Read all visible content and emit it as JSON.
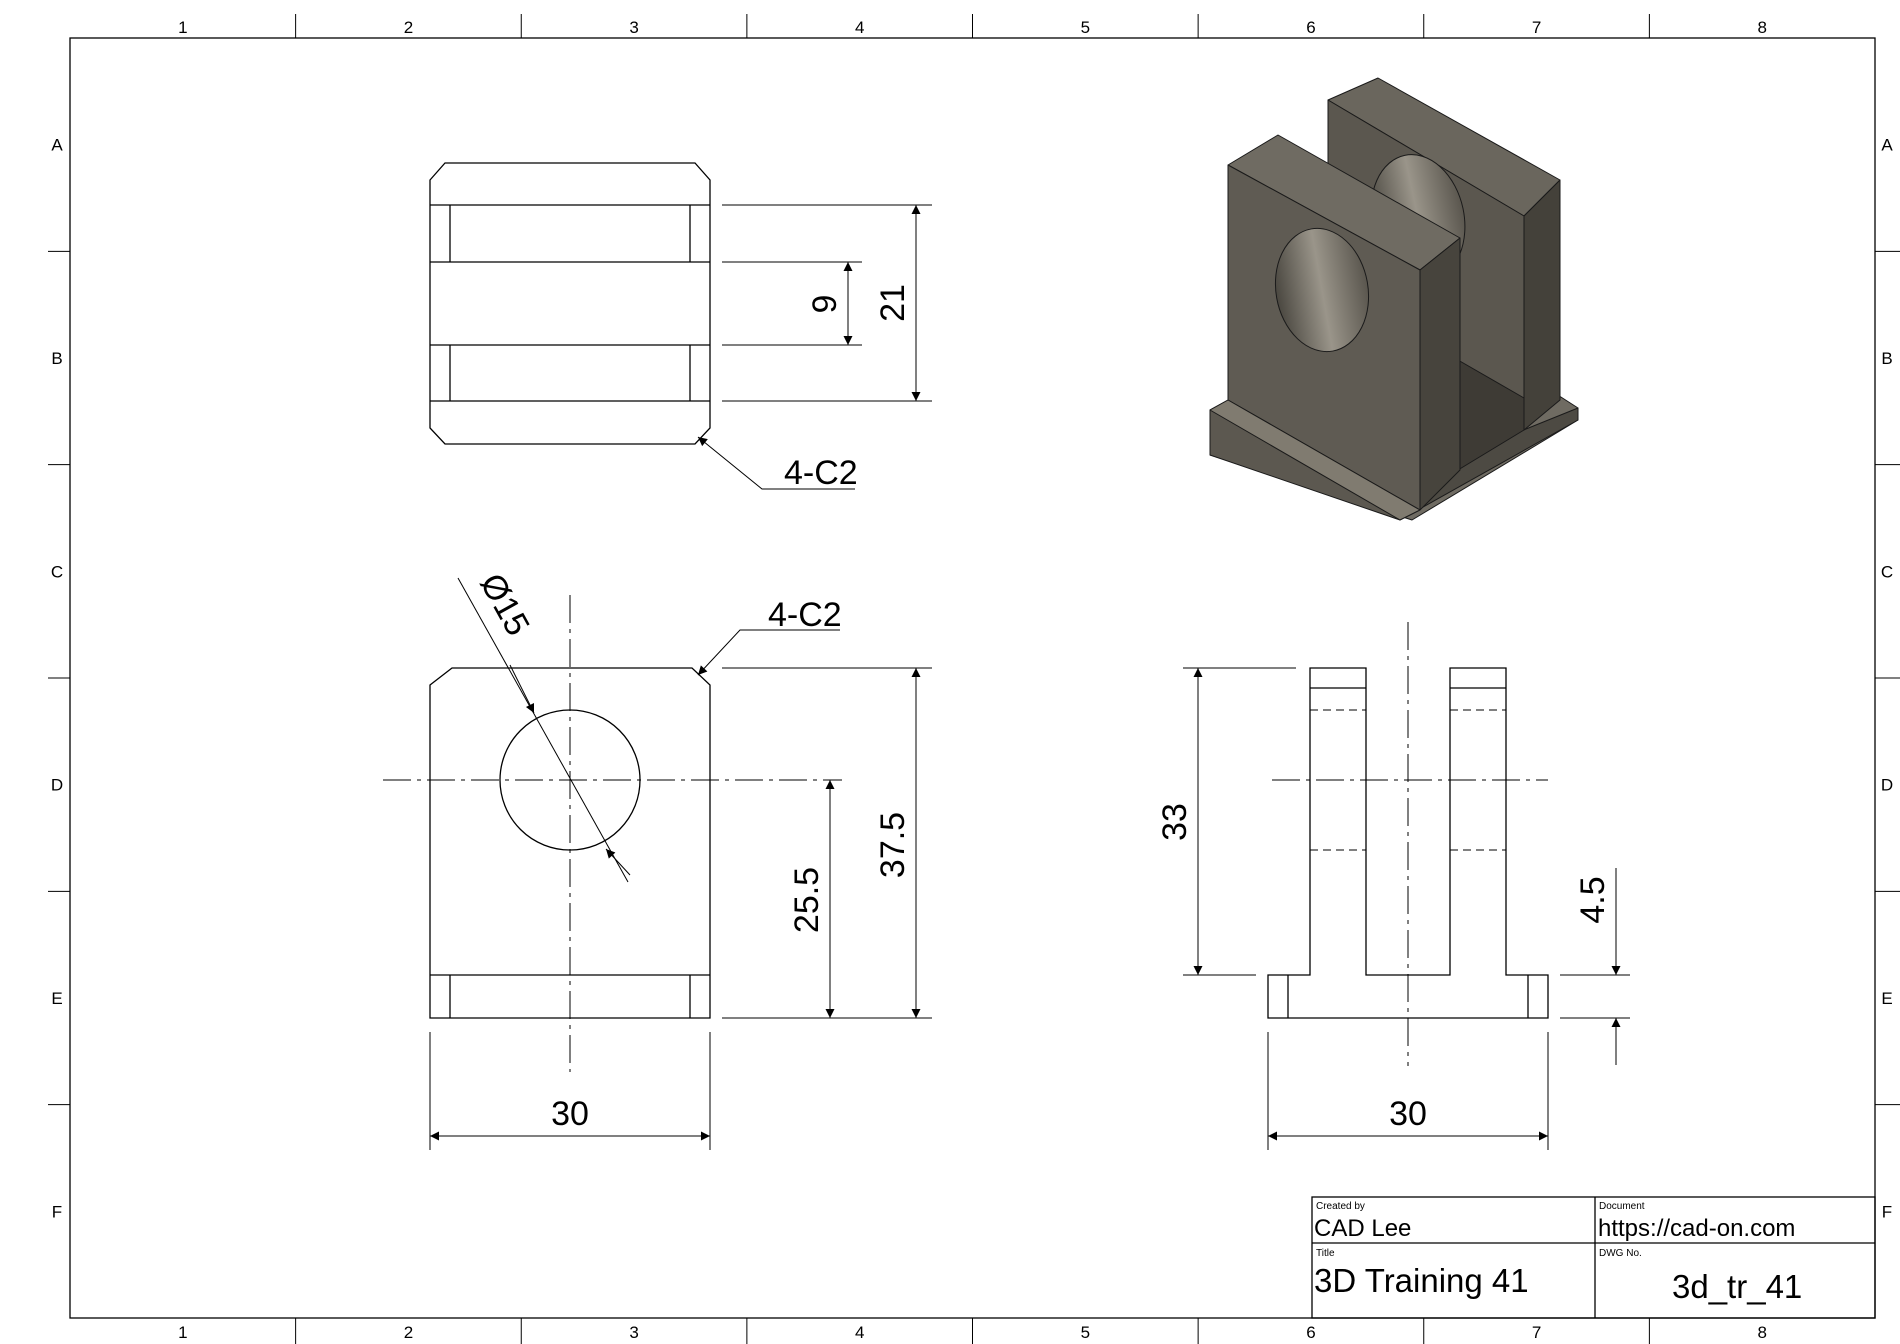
{
  "border": {
    "columns": [
      "1",
      "2",
      "3",
      "4",
      "5",
      "6",
      "7",
      "8"
    ],
    "rows": [
      "A",
      "B",
      "C",
      "D",
      "E",
      "F"
    ]
  },
  "dimensions": {
    "top_width_9": "9",
    "top_width_21": "21",
    "top_chamfer": "4-C2",
    "front_chamfer": "4-C2",
    "front_hole_dia": "Ø15",
    "front_center_height": "25.5",
    "front_height": "37.5",
    "front_width": "30",
    "side_height": "33",
    "side_base_thickness": "4.5",
    "side_width": "30"
  },
  "title_block": {
    "created_by_label": "Created by",
    "created_by": "CAD Lee",
    "document_label": "Document",
    "document": "https://cad-on.com",
    "title_label": "Title",
    "title": "3D Training 41",
    "dwg_no_label": "DWG No.",
    "dwg_no": "3d_tr_41"
  },
  "colors": {
    "line": "#000000",
    "model_dark": "#55524b",
    "model_mid": "#6b675e",
    "model_light": "#807b70",
    "model_inner": "#3e3b35"
  }
}
